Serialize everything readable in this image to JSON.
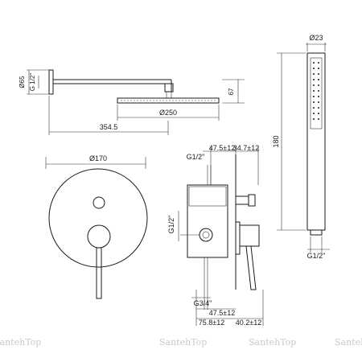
{
  "shower_head_view": {
    "diam_wall_flange": "Ø65",
    "thread_wall": "G 1/2\"",
    "height_head": "67",
    "diam_head": "Ø250",
    "arm_length": "354.5"
  },
  "mixer_front_view": {
    "diam_plate": "Ø170"
  },
  "mixer_side_view": {
    "thread_top": "G1/2\"",
    "dim_top_a": "47.5±12",
    "dim_top_b": "34.7±12",
    "thread_side": "G1/2\"",
    "thread_bottom": "G3/4\"",
    "dim_bottom_a": "47.5±12",
    "dim_bottom_b": "75.8±12",
    "dim_bottom_c": "40.2±12"
  },
  "hand_shower_view": {
    "diam_handle": "Ø23",
    "length_handle": "180",
    "thread_handle": "G1/2\""
  },
  "watermarks": [
    "SantehTop",
    "SantehTop",
    "SantehTop",
    "SantehTop"
  ]
}
